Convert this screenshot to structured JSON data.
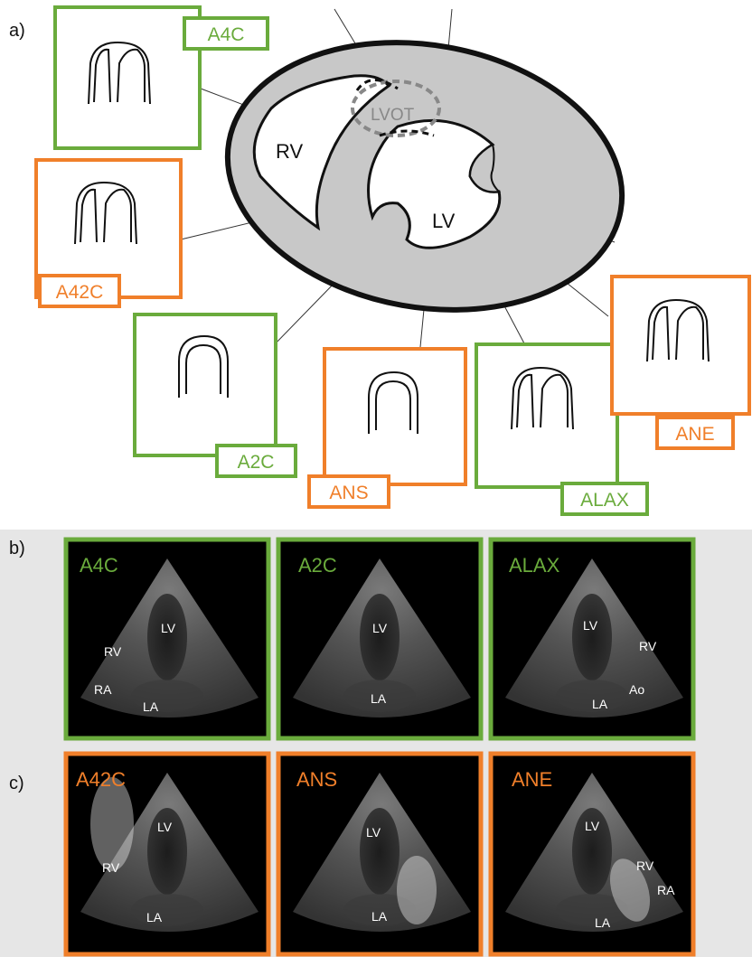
{
  "panels": {
    "a": "a)",
    "b": "b)",
    "c": "c)"
  },
  "colors": {
    "green": "#6aab3c",
    "orange": "#f07f2a",
    "myocardium": "#c8c8c8",
    "us_panel_bg": "#e6e6e6"
  },
  "heart": {
    "rv": "RV",
    "lv": "LV",
    "lvot": "LVOT"
  },
  "views": {
    "a4c": "A4C",
    "a42c": "A42C",
    "a2c": "A2C",
    "ans": "ANS",
    "alax": "ALAX",
    "ane": "ANE"
  },
  "echo_top": [
    {
      "title": "A4C",
      "labels": [
        "LV",
        "RV",
        "RA",
        "LA"
      ]
    },
    {
      "title": "A2C",
      "labels": [
        "LV",
        "LA"
      ]
    },
    {
      "title": "ALAX",
      "labels": [
        "LV",
        "RV",
        "Ao",
        "LA"
      ]
    }
  ],
  "echo_bottom": [
    {
      "title": "A42C",
      "labels": [
        "LV",
        "RV",
        "LA"
      ]
    },
    {
      "title": "ANS",
      "labels": [
        "LV",
        "LA"
      ]
    },
    {
      "title": "ANE",
      "labels": [
        "LV",
        "RV",
        "RA",
        "LA"
      ]
    }
  ]
}
